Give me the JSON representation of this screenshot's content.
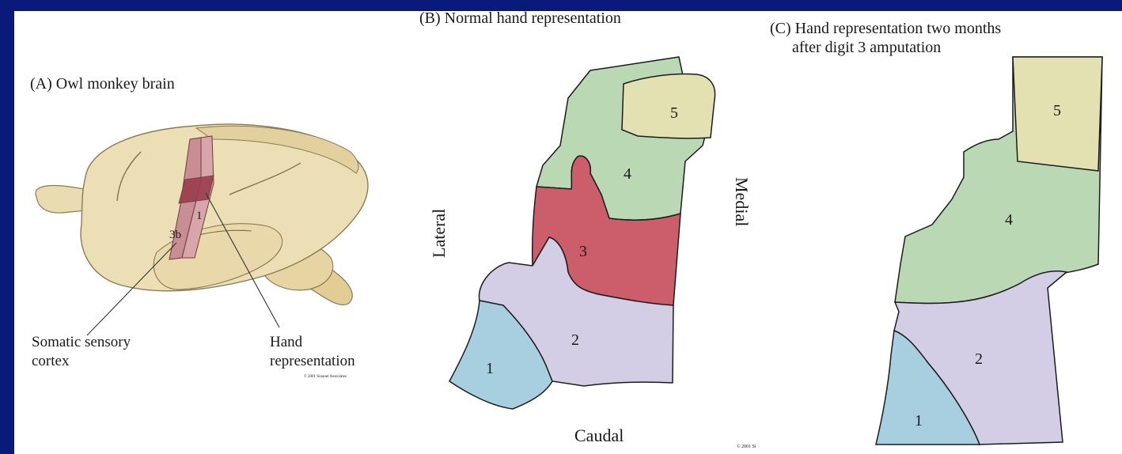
{
  "panel_a": {
    "title": "(A) Owl monkey brain",
    "area_3b": "3b",
    "area_1": "1",
    "callout_left_line1": "Somatic sensory",
    "callout_left_line2": "cortex",
    "callout_right_line1": "Hand",
    "callout_right_line2": "representation",
    "copyright": "© 2001 Sinauer Associates"
  },
  "panel_b": {
    "title": "(B)  Normal hand representation",
    "side_left": "Lateral",
    "side_right": "Medial",
    "bottom": "Caudal",
    "digits": [
      "1",
      "2",
      "3",
      "4",
      "5"
    ],
    "copyright": "© 2001 Si"
  },
  "panel_c": {
    "title_line1": "(C)  Hand representation two months",
    "title_line2": "after digit 3 amputation",
    "digits": [
      "1",
      "2",
      "4",
      "5"
    ]
  },
  "colors": {
    "background": "#0a1a7a",
    "digit1": "#a7cfe0",
    "digit2": "#d3cde6",
    "digit3": "#cb5e6a",
    "digit4": "#b9d8b3",
    "digit5": "#e3e1b1",
    "brain": "#ece0b6",
    "cortex_strip": "#c48a90"
  }
}
